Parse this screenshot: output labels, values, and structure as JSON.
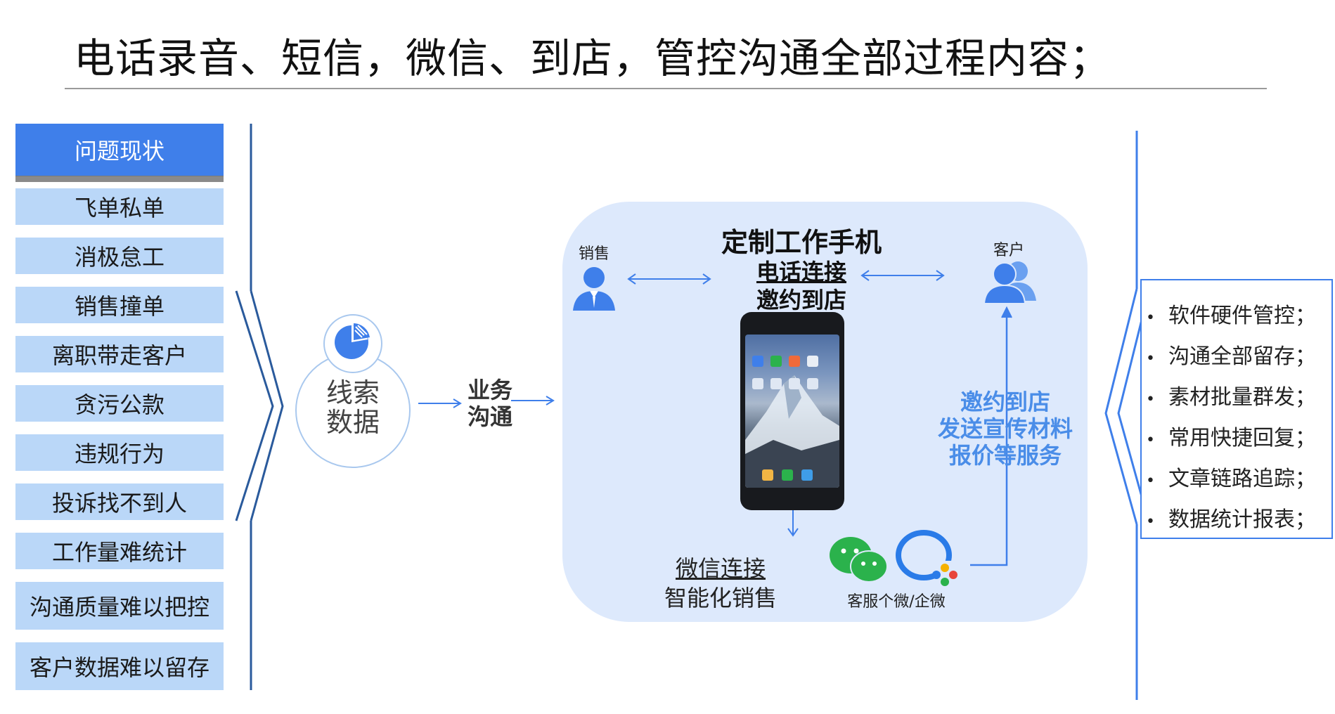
{
  "title": "电话录音、短信，微信、到店，管控沟通全部过程内容；",
  "problems": {
    "header": "问题现状",
    "items": [
      "飞单私单",
      "消极怠工",
      "销售撞单",
      "离职带走客户",
      "贪污公款",
      "违规行为",
      "投诉找不到人",
      "工作量难统计",
      "沟通质量难以把控",
      "客户数据难以留存"
    ]
  },
  "leads": {
    "line1": "线索",
    "line2": "数据"
  },
  "business": {
    "line1": "业务",
    "line2": "沟通"
  },
  "phone_section": {
    "title": "定制工作手机",
    "sub1": "电话连接",
    "sub2": "邀约到店",
    "sales_label": "销售",
    "customer_label": "客户"
  },
  "wechat": {
    "line1": "微信连接",
    "line2": "智能化销售",
    "kefu_label": "客服个微/企微"
  },
  "invite": {
    "line1": "邀约到店",
    "line2": "发送宣传材料",
    "line3": "报价等服务"
  },
  "features": [
    "软件硬件管控；",
    "沟通全部留存；",
    "素材批量群发；",
    "常用快捷回复；",
    "文章链路追踪；",
    "数据统计报表；"
  ],
  "colors": {
    "accent_blue": "#3f7fea",
    "light_blue": "#bad7f8",
    "panel_bg": "#dde9fc",
    "invite_blue": "#4a8de8",
    "line_navy": "#2a5a9c"
  },
  "icons": [
    "pie-chart-icon",
    "salesperson-icon",
    "customer-group-icon",
    "wechat-icon",
    "work-wechat-icon"
  ]
}
